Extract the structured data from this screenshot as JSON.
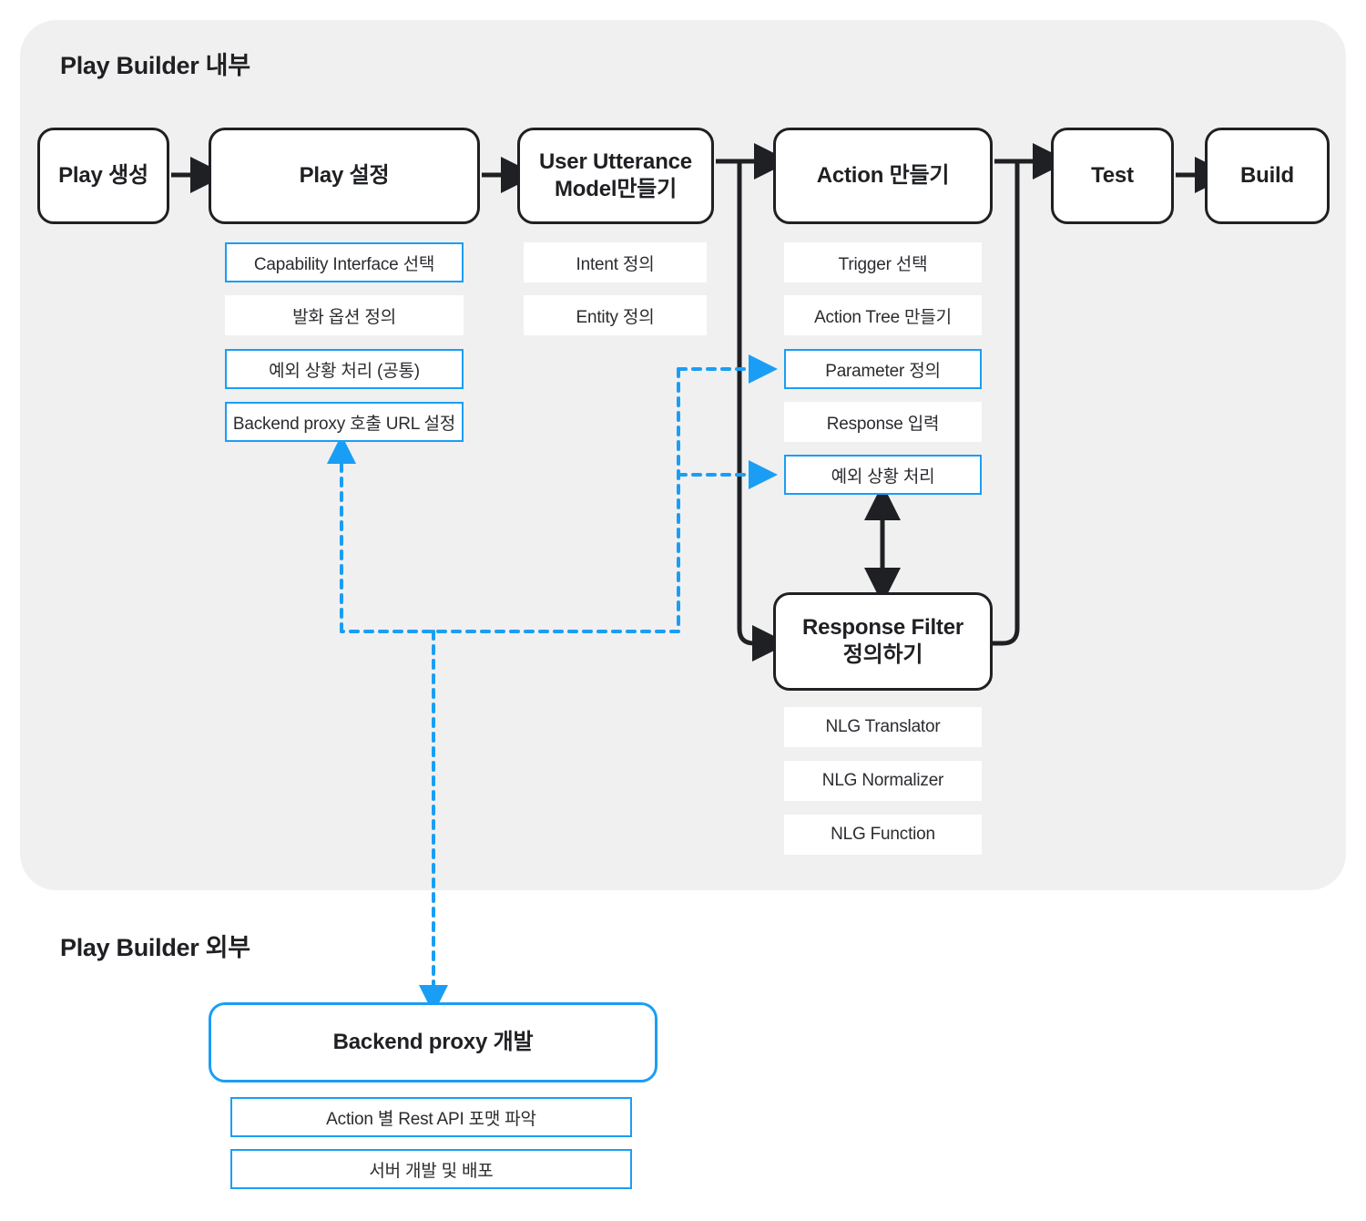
{
  "sections": {
    "internal_title": "Play Builder 내부",
    "external_title": "Play Builder 외부"
  },
  "colors": {
    "accent_blue": "#1a9ef5",
    "panel_gray": "#f0f0f0",
    "node_black": "#1f2023",
    "chip_white": "#ffffff"
  },
  "nodes": {
    "play_create": {
      "label": "Play 생성"
    },
    "play_setting": {
      "label": "Play 설정"
    },
    "utterance_model": {
      "label": "User Utterance\nModel만들기",
      "line1": "User Utterance",
      "line2": "Model만들기"
    },
    "action_create": {
      "label": "Action 만들기"
    },
    "test": {
      "label": "Test"
    },
    "build": {
      "label": "Build"
    },
    "response_filter": {
      "label": "Response Filter\n정의하기",
      "line1": "Response Filter",
      "line2": "정의하기"
    },
    "backend_proxy": {
      "label": "Backend proxy 개발"
    }
  },
  "sub_items": {
    "play_setting": [
      {
        "label": "Capability Interface 선택",
        "outlined": true
      },
      {
        "label": "발화 옵션 정의",
        "outlined": false
      },
      {
        "label": "예외 상황 처리 (공통)",
        "outlined": true
      },
      {
        "label": "Backend proxy 호출 URL 설정",
        "outlined": true
      }
    ],
    "utterance_model": [
      {
        "label": "Intent 정의",
        "outlined": false
      },
      {
        "label": "Entity 정의",
        "outlined": false
      }
    ],
    "action_create": [
      {
        "label": "Trigger 선택",
        "outlined": false
      },
      {
        "label": "Action Tree  만들기",
        "outlined": false
      },
      {
        "label": "Parameter 정의",
        "outlined": true
      },
      {
        "label": "Response 입력",
        "outlined": false
      },
      {
        "label": "예외 상황 처리",
        "outlined": true
      }
    ],
    "response_filter": [
      {
        "label": "NLG Translator",
        "outlined": false
      },
      {
        "label": "NLG Normalizer",
        "outlined": false
      },
      {
        "label": "NLG Function",
        "outlined": false
      }
    ],
    "backend_proxy": [
      {
        "label": "Action 별 Rest API 포맷 파악",
        "outlined": true
      },
      {
        "label": "서버 개발 및 배포",
        "outlined": true
      }
    ]
  }
}
